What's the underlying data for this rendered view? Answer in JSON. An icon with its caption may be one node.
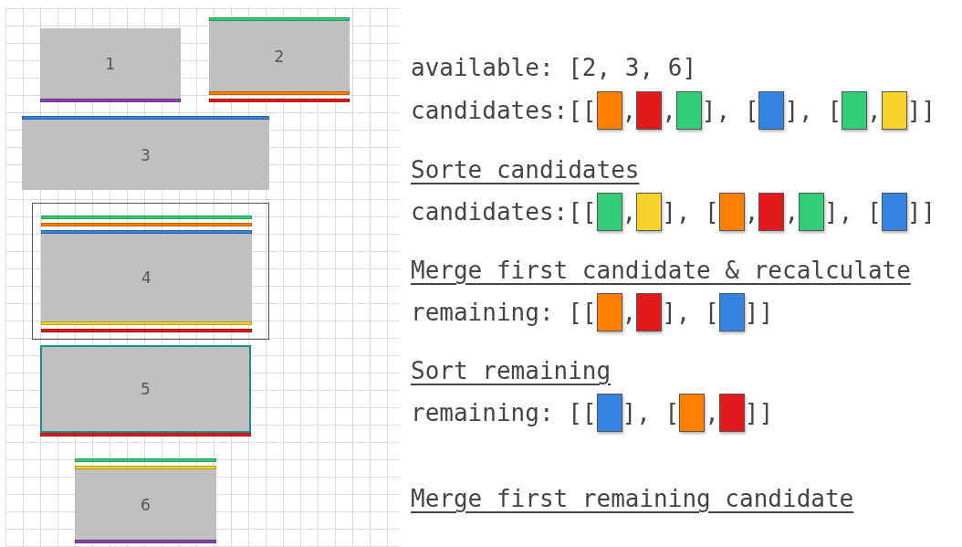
{
  "diagram": {
    "nodes": [
      {
        "text": [
          "1"
        ]
      },
      {
        "text": [
          "2"
        ]
      },
      {
        "text": [
          "3"
        ]
      },
      {
        "text": [],
        "shape": "box"
      },
      {
        "text": [
          "4"
        ],
        "in": 3
      },
      {
        "text": [
          "5"
        ]
      },
      {
        "text": [
          "6"
        ]
      }
    ],
    "labels": [
      "available: [2, 3, 6]",
      "candidates:[[",
      ",",
      ",",
      "], [",
      "], [",
      ",",
      "]]",
      "Sorte candidates",
      "candidates:[[",
      ",",
      "], [",
      ",",
      ",",
      "], [",
      "]]",
      "Merge first candidate & recalculate",
      "remaining: [[",
      ",",
      "], [",
      "]]",
      "Sort remaining",
      "remaining: [[",
      "], [",
      ",",
      "]]",
      "Merge first remaining candidate"
    ]
  }
}
